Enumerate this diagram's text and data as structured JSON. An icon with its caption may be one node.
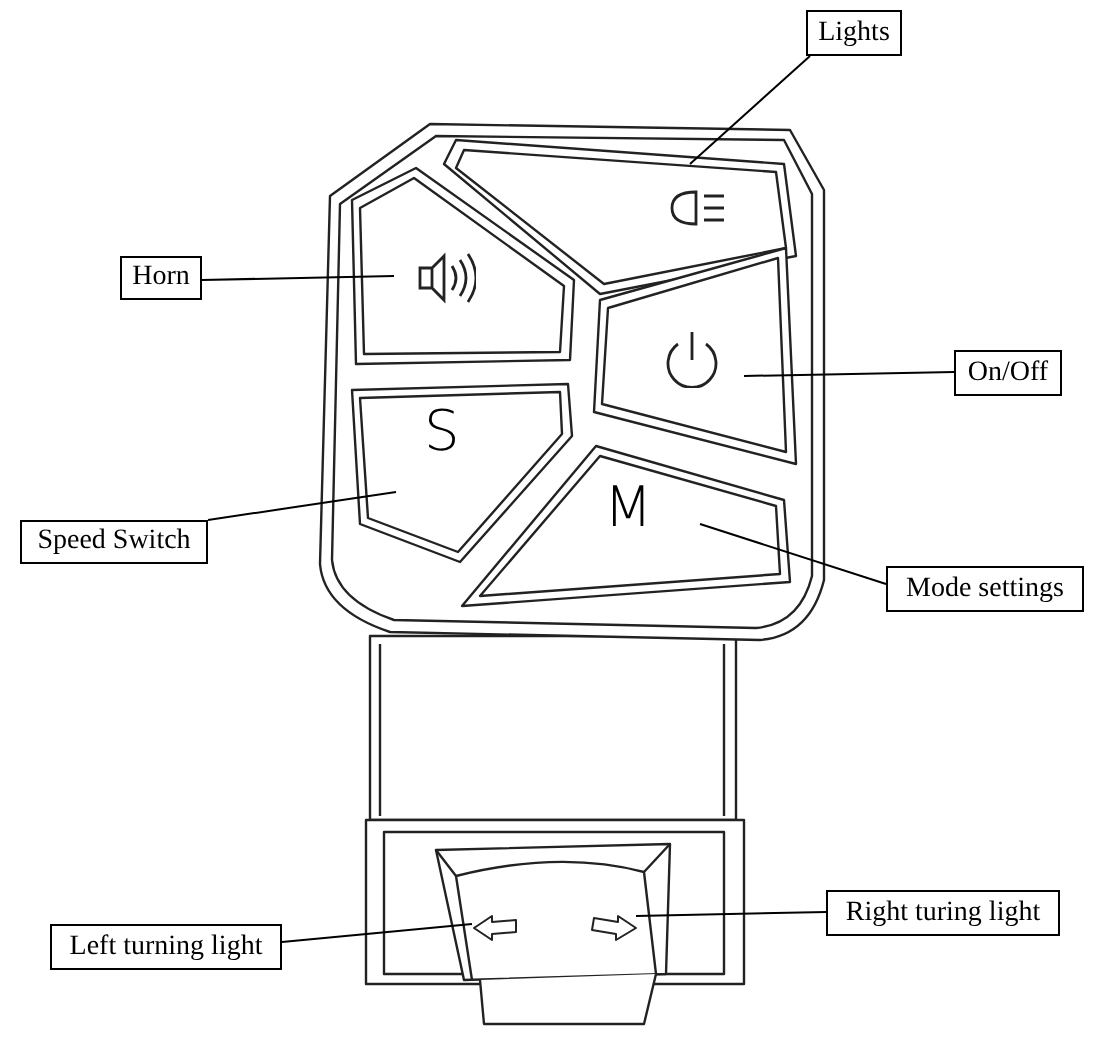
{
  "diagram": {
    "nodes": [
      {
        "text": [
          "Lights"
        ]
      },
      {
        "text": [
          "Horn"
        ]
      },
      {
        "text": [
          "On/Off"
        ]
      },
      {
        "text": [
          "Speed Switch"
        ]
      },
      {
        "text": [
          "Mode settings"
        ]
      },
      {
        "text": [
          "Right turing light"
        ]
      },
      {
        "text": [
          "Left turning light"
        ]
      },
      {
        "text": [],
        "shape": "button"
      },
      {
        "text": [],
        "shape": "button"
      },
      {
        "text": [],
        "shape": "button"
      },
      {
        "text": [
          "S"
        ]
      },
      {
        "text": [
          "M"
        ]
      },
      {
        "text": [],
        "shape": "arrow"
      },
      {
        "text": [],
        "shape": "arrow"
      }
    ],
    "edges": [
      {
        "from": 0,
        "to": 7,
        "arrow": "none"
      },
      {
        "from": 1,
        "to": 8,
        "arrow": "none"
      },
      {
        "from": 2,
        "to": 9,
        "arrow": "none"
      },
      {
        "from": 3,
        "to": 10,
        "arrow": "none"
      },
      {
        "from": 4,
        "to": 11,
        "arrow": "none"
      },
      {
        "from": 5,
        "to": 13,
        "arrow": "none"
      },
      {
        "from": 6,
        "to": 12,
        "arrow": "none"
      }
    ]
  }
}
